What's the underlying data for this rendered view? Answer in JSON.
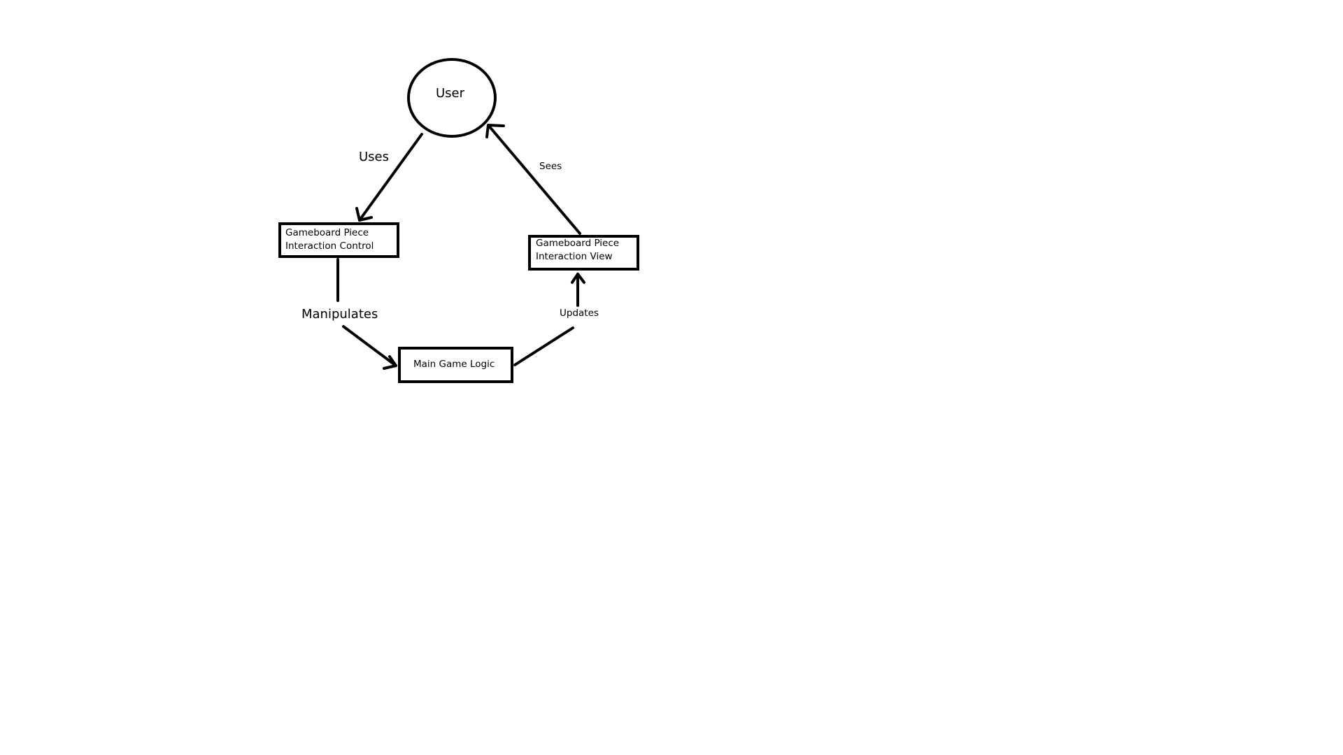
{
  "nodes": {
    "user": "User",
    "control_line1": "Gameboard Piece",
    "control_line2": "Interaction Control",
    "view_line1": "Gameboard Piece",
    "view_line2": "Interaction View",
    "logic": "Main Game Logic"
  },
  "edges": {
    "uses": "Uses",
    "sees": "Sees",
    "manipulates": "Manipulates",
    "updates": "Updates"
  },
  "colors": {
    "stroke": "#000000",
    "background": "#ffffff"
  }
}
